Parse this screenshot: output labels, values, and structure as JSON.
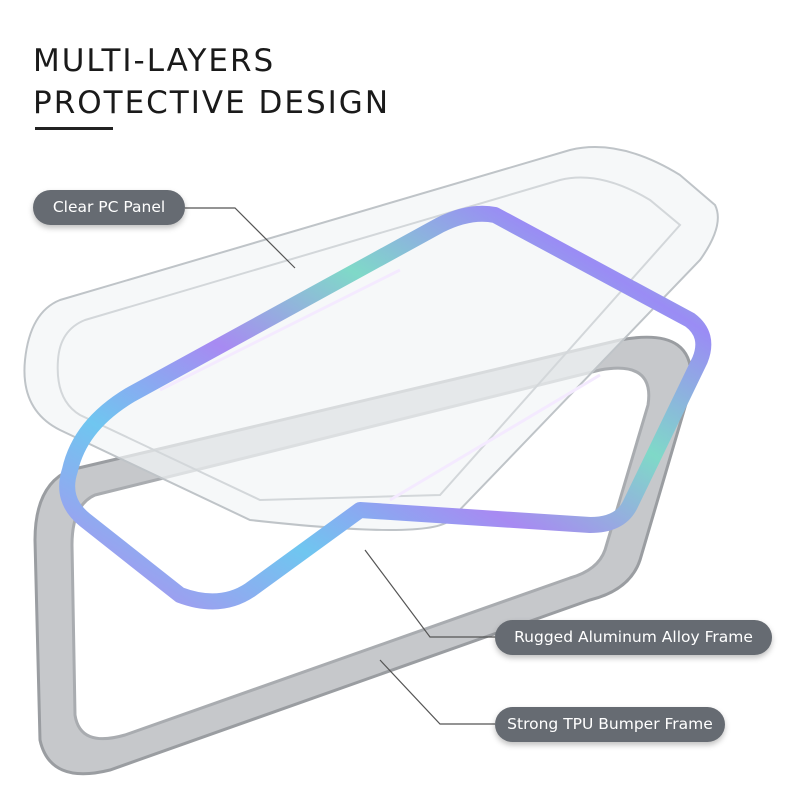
{
  "title": {
    "line1": "MULTI-LAYERS",
    "line2": "PROTECTIVE DESIGN"
  },
  "labels": {
    "panel": "Clear PC Panel",
    "frame": "Rugged Aluminum Alloy Frame",
    "bumper": "Strong TPU Bumper Frame"
  },
  "colors": {
    "label_bg": "#666b72",
    "bumper": "#c4c6c9",
    "panel": "#e8ecef"
  }
}
